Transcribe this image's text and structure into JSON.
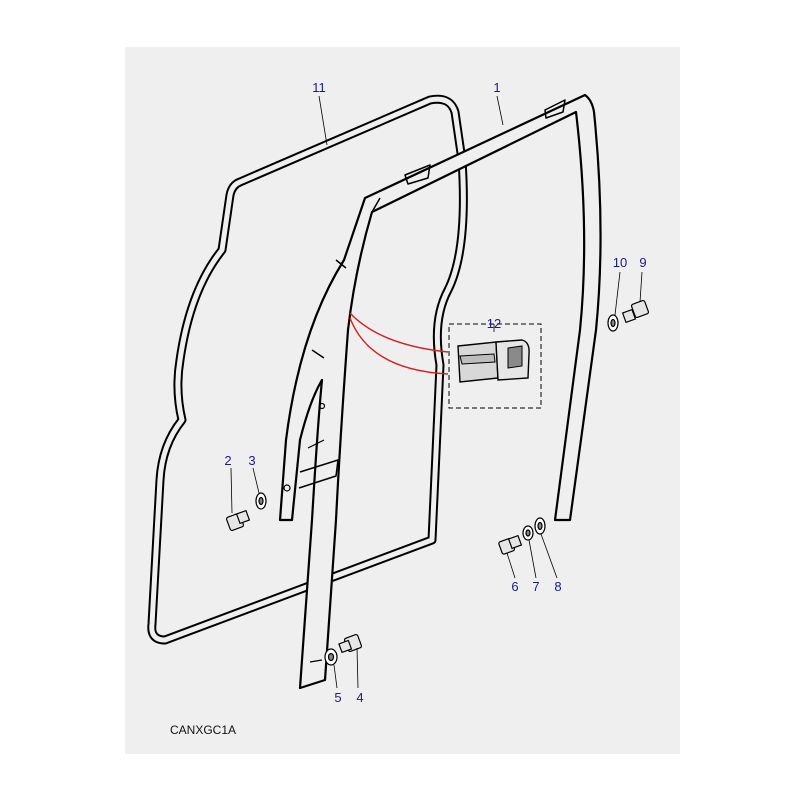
{
  "drawing_code": "CANXGC1A",
  "colors": {
    "panel_background": "#efefef",
    "callout_number": "#1a1a8c",
    "linework": "#000000",
    "highlight_leader": "#d62020"
  },
  "callouts": {
    "c1": "1",
    "c2": "2",
    "c3": "3",
    "c4": "4",
    "c5": "5",
    "c6": "6",
    "c7": "7",
    "c8": "8",
    "c9": "9",
    "c10": "10",
    "c11": "11",
    "c12": "12"
  }
}
